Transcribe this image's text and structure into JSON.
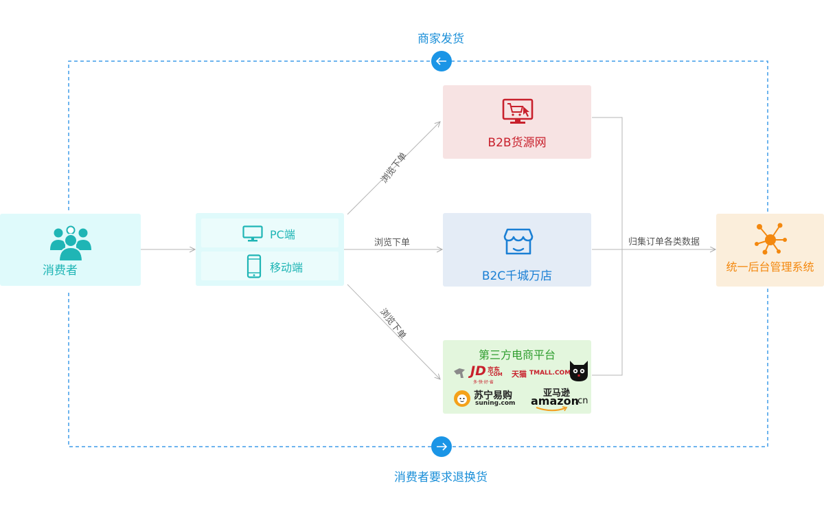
{
  "top_label": "商家发货",
  "bottom_label": "消费者要求退换货",
  "consumer": {
    "label": "消费者",
    "icon": "users-group-icon"
  },
  "devices": [
    {
      "label": "PC端",
      "icon": "monitor-icon"
    },
    {
      "label": "移动端",
      "icon": "smartphone-icon"
    }
  ],
  "edges": {
    "to_b2b": "浏览下单",
    "to_b2c": "浏览下单",
    "to_third": "浏览下单",
    "to_backend": "归集订单各类数据"
  },
  "platforms": {
    "b2b": {
      "label": "B2B货源网",
      "icon": "shopping-cart-screen-icon"
    },
    "b2c": {
      "label": "B2C千城万店",
      "icon": "storefront-icon"
    },
    "third_party": {
      "label": "第三方电商平台",
      "logos": {
        "jd_main": "JD",
        "jd_cn": "京东",
        "jd_com": ".COM",
        "jd_slogan": "多·快·好·省",
        "tmall_cn": "天猫",
        "tmall_en": "TMALL.COM",
        "suning_cn": "苏宁易购",
        "suning_en": "suning.com",
        "amazon_cn": "亚马逊",
        "amazon_en": "amazon",
        "amazon_tld": ".cn"
      }
    }
  },
  "backend": {
    "label": "统一后台管理系统",
    "icon": "network-hub-icon"
  },
  "colors": {
    "dashed_loop": "#3d9be9",
    "circle_button": "#1b95e6",
    "consumer": "#1fb5b5",
    "b2b": "#c8202c",
    "b2c": "#1a7fd4",
    "third_party": "#2e9d2e",
    "backend": "#f3880f",
    "connector": "#b5b5b5"
  }
}
